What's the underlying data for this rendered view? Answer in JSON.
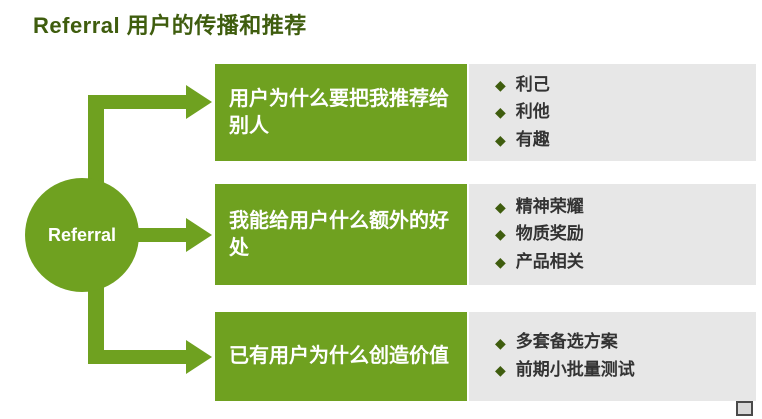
{
  "title": "Referral 用户的传播和推荐",
  "circle_label": "Referral",
  "icons": {
    "diamond": "◆"
  },
  "rows": [
    {
      "question": "用户为什么要把我推荐给别人",
      "bullets": [
        "利己",
        "利他",
        "有趣"
      ]
    },
    {
      "question": "我能给用户什么额外的好处",
      "bullets": [
        "精神荣耀",
        "物质奖励",
        "产品相关"
      ]
    },
    {
      "question": "已有用户为什么创造价值",
      "bullets": [
        "多套备选方案",
        "前期小批量测试"
      ]
    }
  ],
  "colors": {
    "accent_green": "#6FA120",
    "dark_green": "#3F5D0E",
    "panel_gray": "#E7E7E7",
    "bullet_text": "#333333"
  }
}
